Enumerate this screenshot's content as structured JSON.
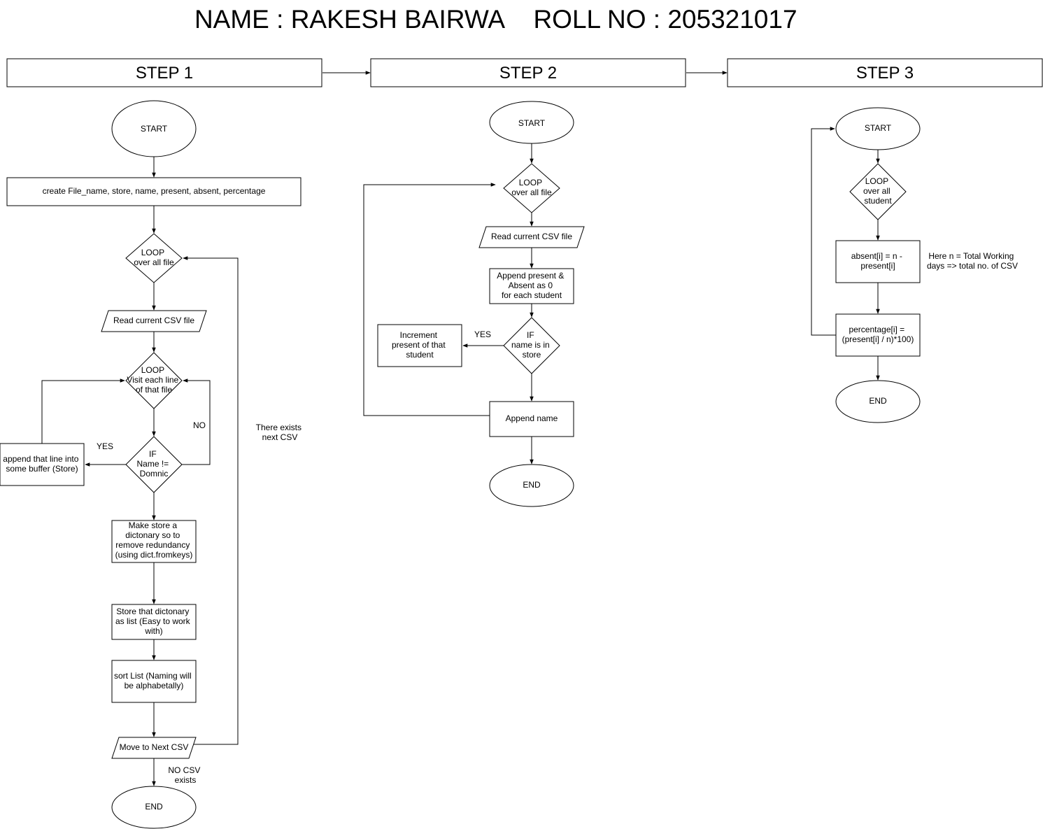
{
  "title": {
    "name": "NAME : RAKESH BAIRWA",
    "roll": "ROLL NO : 205321017"
  },
  "steps": [
    "STEP 1",
    "STEP 2",
    "STEP 3"
  ],
  "step1": {
    "start": "START",
    "create": "create File_name, store, name, present, absent, percentage",
    "loop_files": [
      "LOOP",
      "over  all file"
    ],
    "read_csv": "Read current CSV file",
    "loop_lines": [
      "LOOP",
      "Visit each line",
      "of that file"
    ],
    "if_name": [
      "IF",
      "Name !=",
      "Domnic"
    ],
    "append_line": [
      "append that line into",
      "some buffer (Store)"
    ],
    "yes": "YES",
    "no": "NO",
    "make_dict": [
      "Make store a",
      "dictonary so to",
      "remove redundancy",
      "(using dict.fromkeys)"
    ],
    "store_list": [
      "Store that dictonary",
      "as list (Easy to work",
      "with)"
    ],
    "sort_list": [
      "sort List (Naming will",
      "be alphabetally)"
    ],
    "move_next": "Move to Next CSV",
    "next_csv_exists": [
      "There exists",
      "next CSV"
    ],
    "no_csv_exists": [
      "NO CSV",
      "exists"
    ],
    "end": "END"
  },
  "step2": {
    "start": "START",
    "loop_files": [
      "LOOP",
      "over  all file"
    ],
    "read_csv": "Read current CSV file",
    "append_present": [
      "Append present &",
      "Absent as 0",
      "for each student"
    ],
    "if_name": [
      "IF",
      "name is in",
      "store"
    ],
    "yes": "YES",
    "increment": [
      "Increment",
      "present of that",
      "student"
    ],
    "append_name": "Append name",
    "end": "END"
  },
  "step3": {
    "start": "START",
    "loop_students": [
      "LOOP",
      "over all",
      "student"
    ],
    "absent_calc": [
      "absent[i] = n -",
      "present[i]"
    ],
    "note": [
      "Here n = Total Working",
      "days => total no. of CSV"
    ],
    "percentage_calc": [
      "percentage[i] =",
      "(present[i] / n)*100)"
    ],
    "end": "END"
  }
}
